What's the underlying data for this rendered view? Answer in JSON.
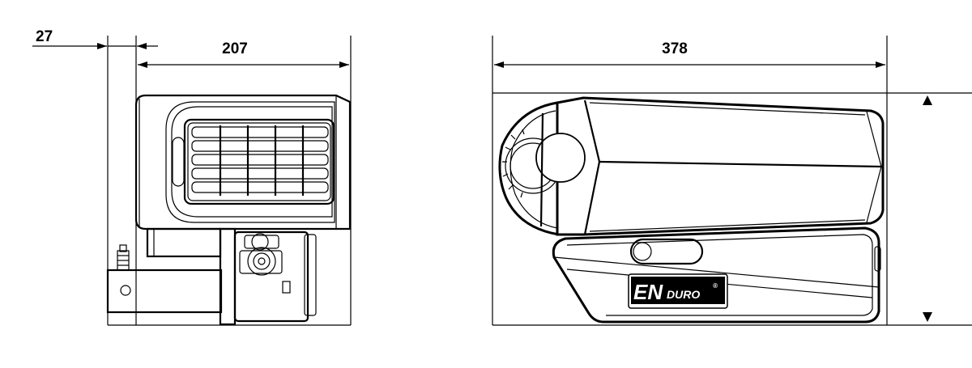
{
  "dimensions": {
    "offset": "27",
    "side_width": "207",
    "top_length": "378"
  },
  "logo": {
    "part1": "EN",
    "part2": "DURO",
    "registered": "®"
  }
}
